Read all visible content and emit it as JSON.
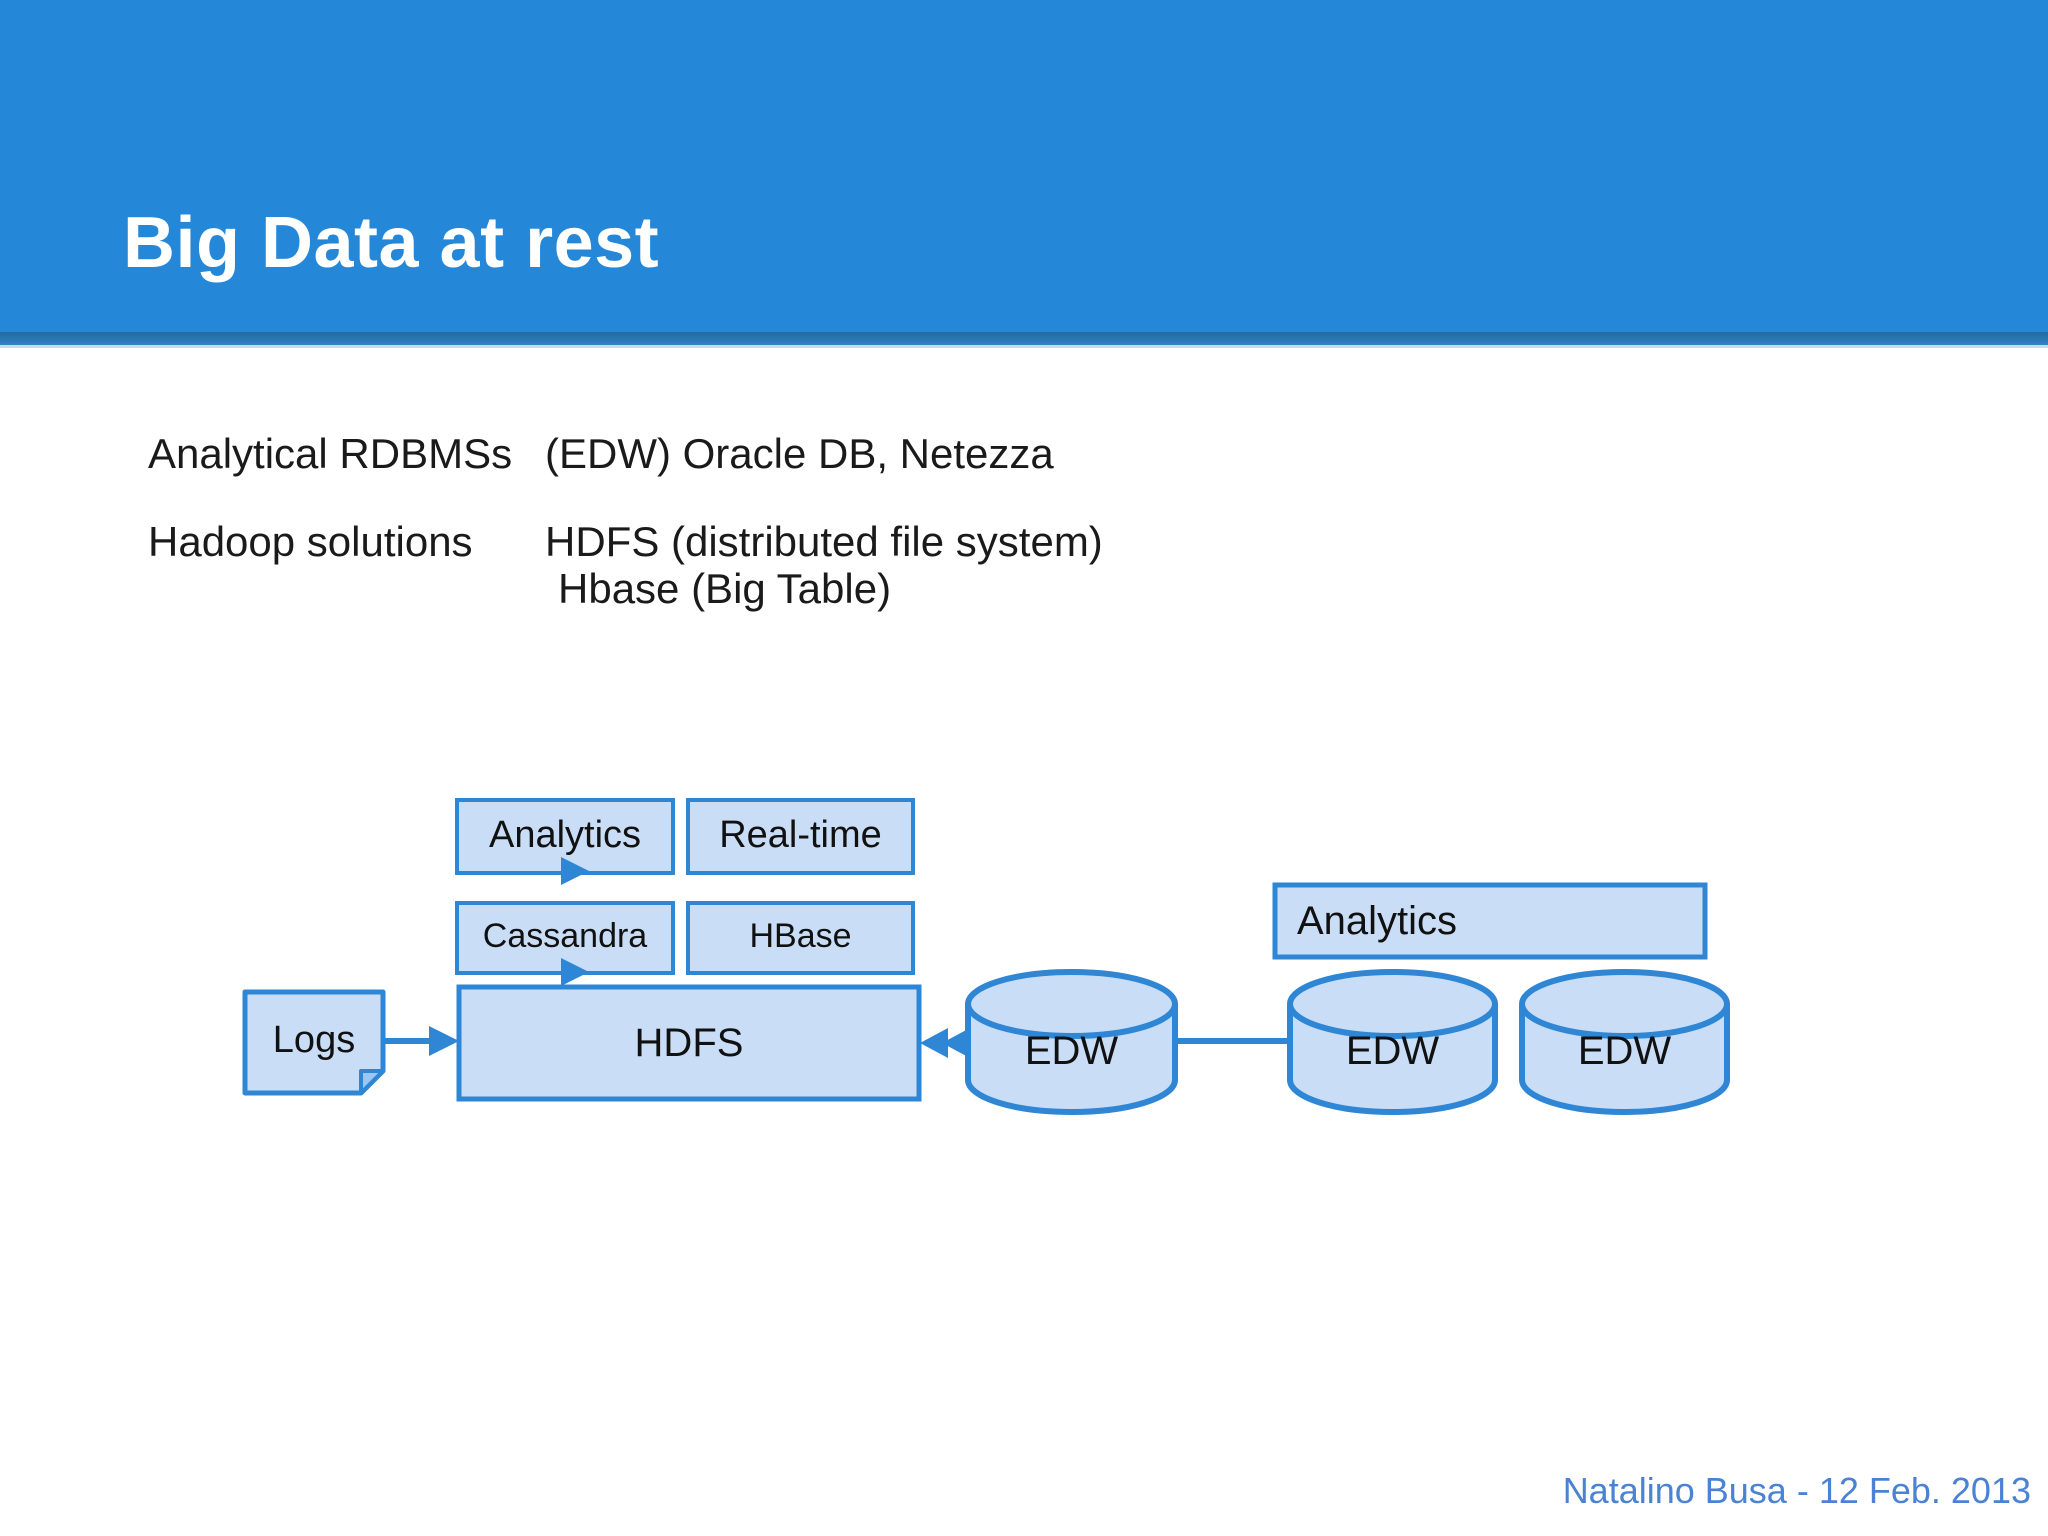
{
  "slide": {
    "title": "Big Data at rest",
    "footer_credit": "Natalino Busa - 12 Feb. 2013"
  },
  "notes": {
    "row1_term": "Analytical RDBMSs",
    "row1_desc": "(EDW) Oracle DB, Netezza",
    "row2_term": "Hadoop solutions",
    "row2_desc_line1": "HDFS (distributed file system)",
    "row2_desc_line2": "Hbase (Big Table)"
  },
  "diagram": {
    "analytics_top_label": "Analytics",
    "realtime_label": "Real-time",
    "cassandra_label": "Cassandra",
    "hbase_label": "HBase",
    "hdfs_label": "HDFS",
    "logs_label": "Logs",
    "analytics_right_label": "Analytics",
    "edw_left_label": "EDW",
    "edw_mid_label": "EDW",
    "edw_right_label": "EDW"
  },
  "colors": {
    "header_blue": "#2487d8",
    "header_strip_dark": "#226a9f",
    "shape_fill": "#c9def6",
    "shape_border": "#2e86d5",
    "footer_text": "#4a82d4",
    "title_text": "#ffffff",
    "body_text": "#1a1a1a"
  }
}
